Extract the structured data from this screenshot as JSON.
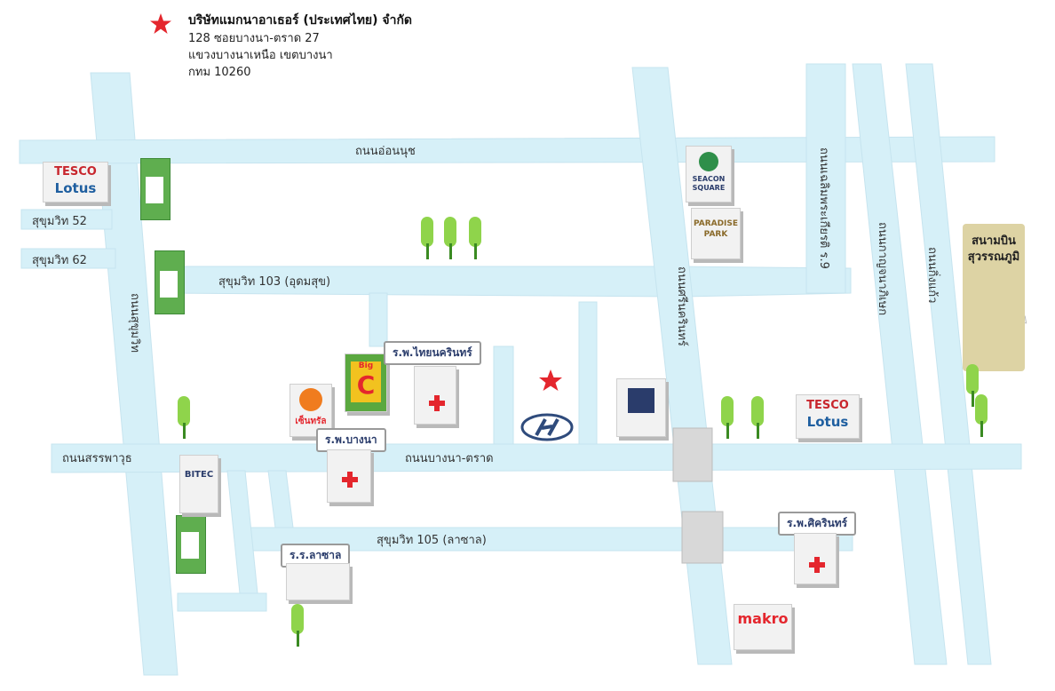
{
  "company": {
    "name": "บริษัทแมกนาอาเธอร์ (ประเทศไทย) จำกัด",
    "address_line1": "128 ซอยบางนา-ตราด 27",
    "address_line2": "แขวงบางนาเหนือ เขตบางนา",
    "address_line3": "กทม 10260",
    "marker_color": "#e4262d"
  },
  "roads": {
    "on_nut": "ถนนอ่อนนุช",
    "sukhumvit_52": "สุขุมวิท 52",
    "sukhumvit_62": "สุขุมวิท 62",
    "sukhumvit_103": "สุขุมวิท 103 (อุดมสุข)",
    "sukhumvit_main": "ถนนสุขุมวิท",
    "sanphawut": "ถนนสรรพาวุธ",
    "bangna_trad": "ถนนบางนา-ตราด",
    "sukhumvit_105": "สุขุมวิท 105 (ลาซาล)",
    "srinakarin": "ถนนศรีนครินทร์",
    "chaloem_phrakiat": "ถนนเฉลิมพระเกียรติ ร.9",
    "kanchanaphisek": "ถนนกาญจนาภิเษก",
    "king_kaeo": "ถนนกิ่งแก้ว",
    "road_color": "#d6f0f8"
  },
  "landmarks": {
    "tesco_line1": "TESCO",
    "tesco_line2": "Lotus",
    "seacon_line1": "SEACON",
    "seacon_line2": "SQUARE",
    "paradise_line1": "PARADISE",
    "paradise_line2": "PARK",
    "bitec": "BITEC",
    "makro": "makro",
    "bigc_brand": "Big",
    "bigc_letter": "C",
    "central": "เซ็นทรัล",
    "airport_line1": "สนามบิน",
    "airport_line2": "สุวรรณภูมิ"
  },
  "places": {
    "thainakarin_hospital": "ร.พ.ไทยนครินทร์",
    "bangna_hospital": "ร.พ.บางนา",
    "lasalle_school": "ร.ร.ลาซาล",
    "sikarin_hospital": "ร.พ.ศิครินทร์"
  },
  "icons": {
    "company_marker": "star-icon",
    "hyundai_logo": "hyundai-logo-icon",
    "hospital": "red-cross-icon",
    "skytrain": "bts-station-icon",
    "tree": "tree-icon",
    "airplane": "airplane-icon"
  }
}
